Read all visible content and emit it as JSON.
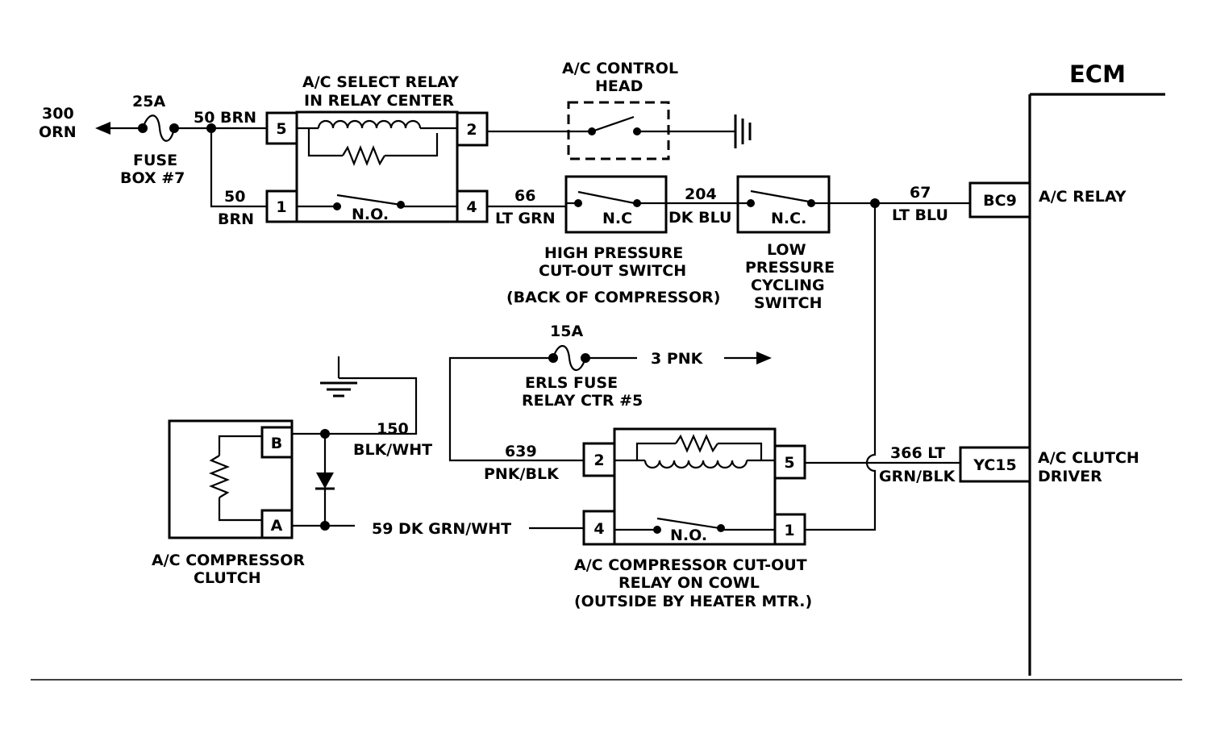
{
  "ecm": {
    "title": "ECM",
    "pin_ac_relay": "BC9",
    "pin_ac_relay_label": "A/C RELAY",
    "pin_clutch": "YC15",
    "pin_clutch_label_1": "A/C CLUTCH",
    "pin_clutch_label_2": "DRIVER"
  },
  "power_feed": {
    "circuit_1": "300",
    "circuit_2": "ORN",
    "fuse_rating": "25A",
    "fuse_label_1": "FUSE",
    "fuse_label_2": "BOX #7",
    "wire_top": "50 BRN",
    "wire_bottom_1": "50",
    "wire_bottom_2": "BRN"
  },
  "select_relay": {
    "title_1": "A/C SELECT RELAY",
    "title_2": "IN RELAY CENTER",
    "pin_5": "5",
    "pin_1": "1",
    "pin_2": "2",
    "pin_4": "4",
    "contact": "N.O."
  },
  "control_head": {
    "title_1": "A/C CONTROL",
    "title_2": "HEAD"
  },
  "high_pressure": {
    "wire_in_1": "66",
    "wire_in_2": "LT GRN",
    "contact": "N.C",
    "title_1": "HIGH PRESSURE",
    "title_2": "CUT-OUT SWITCH",
    "title_3": "(BACK OF COMPRESSOR)",
    "wire_out_1": "204",
    "wire_out_2": "DK BLU"
  },
  "low_pressure": {
    "contact": "N.C.",
    "title_1": "LOW",
    "title_2": "PRESSURE",
    "title_3": "CYCLING",
    "title_4": "SWITCH",
    "wire_out_1": "67",
    "wire_out_2": "LT BLU"
  },
  "erls_fuse": {
    "rating": "15A",
    "label_1": "ERLS FUSE",
    "label_2": "RELAY CTR #5",
    "wire": "3 PNK"
  },
  "clutch": {
    "pin_b": "B",
    "pin_a": "A",
    "title_1": "A/C COMPRESSOR",
    "title_2": "CLUTCH",
    "wire_ground_1": "150",
    "wire_ground_2": "BLK/WHT",
    "wire_a": "59  DK GRN/WHT"
  },
  "cutout_relay": {
    "pin_2": "2",
    "pin_4": "4",
    "pin_5": "5",
    "pin_1": "1",
    "contact": "N.O.",
    "wire_2_1": "639",
    "wire_2_2": "PNK/BLK",
    "wire_5_1": "366 LT",
    "wire_5_2": "GRN/BLK",
    "title_1": "A/C COMPRESSOR CUT-OUT",
    "title_2": "RELAY ON COWL",
    "title_3": "(OUTSIDE BY HEATER MTR.)"
  }
}
